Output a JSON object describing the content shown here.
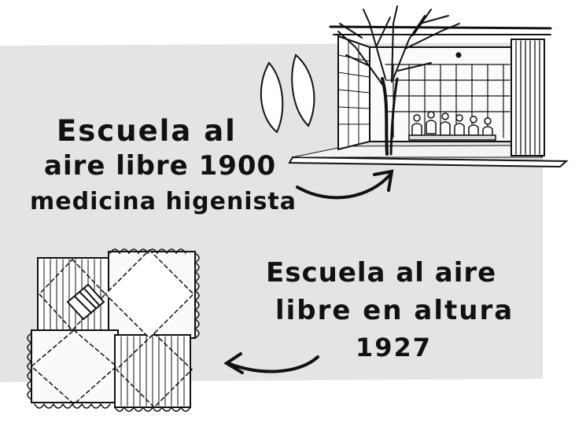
{
  "caption_top": {
    "line1": "Escuela al",
    "line2": "aire libre 1900",
    "line3": "medicina higenista"
  },
  "caption_bottom": {
    "line1": "Escuela al aire",
    "line2": "libre en altura",
    "line3": "1927"
  },
  "colors": {
    "background": "#ffffff",
    "panel": "#e4e4e4",
    "ink": "#111111"
  },
  "icons": {
    "top_illustration": "open-air-classroom-sketch",
    "bottom_illustration": "rotated-square-plan-sketch",
    "arrows": "curved-arrow"
  }
}
